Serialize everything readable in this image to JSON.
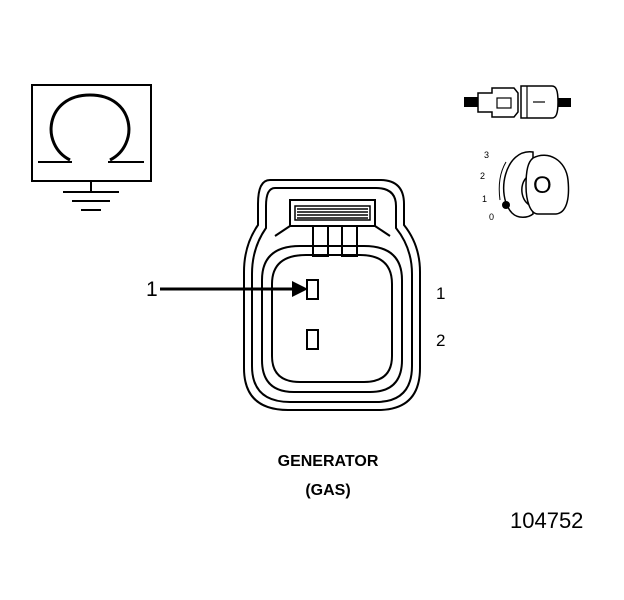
{
  "diagram": {
    "callout_label": "1",
    "pin_labels": [
      "1",
      "2"
    ],
    "connector_view_positions": [
      "3",
      "2",
      "1",
      "0"
    ],
    "connector_key_letter": "O",
    "caption_line1": "GENERATOR",
    "caption_line2": "(GAS)",
    "figure_number": "104752",
    "icons": {
      "ground_symbol": "ground-symbol-icon",
      "connector_side_view": "connector-side-view-icon",
      "connector_end_view": "connector-end-view-icon"
    }
  }
}
